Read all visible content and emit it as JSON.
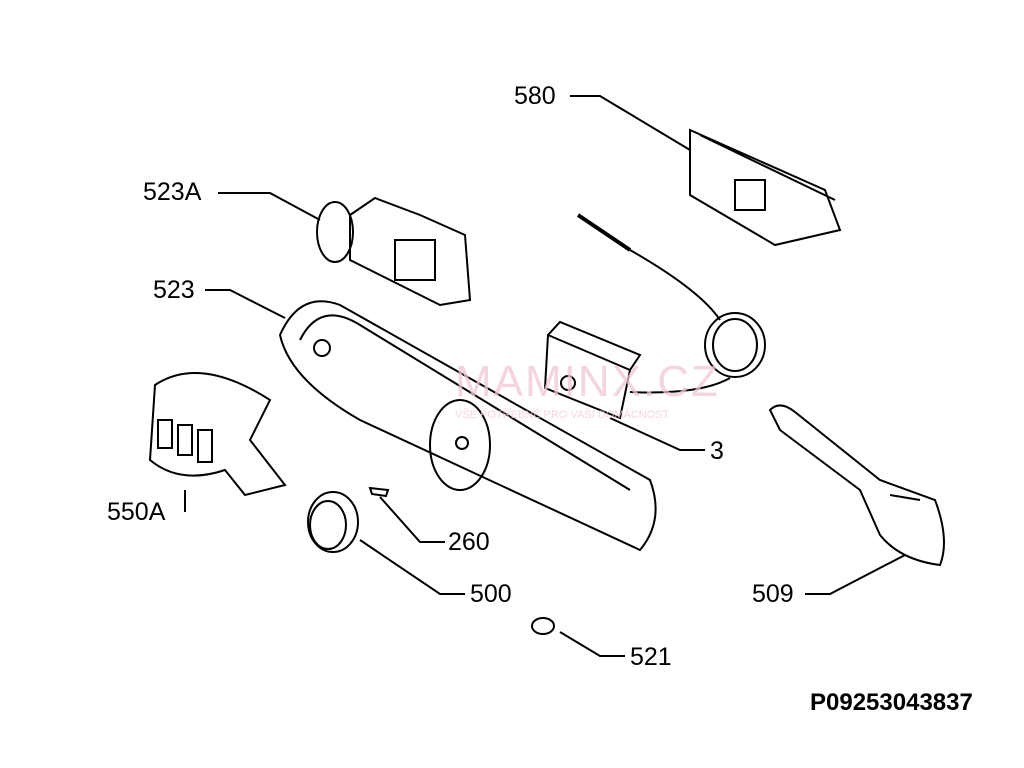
{
  "labels": {
    "p580": "580",
    "p523a": "523A",
    "p523": "523",
    "p550a": "550A",
    "p3": "3",
    "p260": "260",
    "p500": "500",
    "p509": "509",
    "p521": "521"
  },
  "drawing_code": "P09253043837",
  "watermark": {
    "brand": "MAMINX.CZ",
    "tagline": "VŠE POTŘEBNÉ PRO VAŠI DOMÁCNOST"
  }
}
